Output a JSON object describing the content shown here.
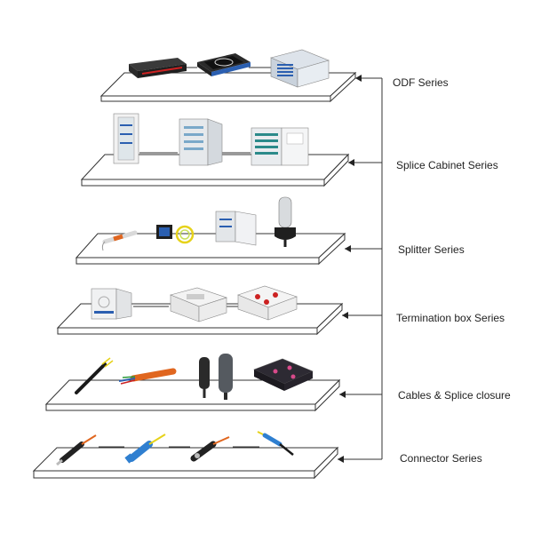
{
  "colors": {
    "line": "#333333",
    "label": "#222222",
    "rack_dark": "#2a2a2a",
    "patch_red": "#cc2222",
    "panel_blue": "#2b5fb0",
    "cabinet_grey": "#d9dcdf",
    "fiber_yellow": "#e6d21a",
    "cable_orange": "#e0661f",
    "connector_blue": "#2f7fd0"
  },
  "diagram": {
    "shelves": [
      {
        "id": "odf",
        "label": "ODF Series",
        "items": [
          "rack-patch-panel-icon",
          "sliding-drawer-panel-icon",
          "wall-mount-odf-icon"
        ]
      },
      {
        "id": "splice-cabinet",
        "label": "Splice Cabinet Series",
        "items": [
          "tall-cabinet-icon",
          "cabinet-open-icon",
          "wide-cabinet-icon"
        ]
      },
      {
        "id": "splitter",
        "label": "Splitter Series",
        "items": [
          "tube-splitter-icon",
          "plc-splitter-box-icon",
          "splitter-cabinet-icon",
          "dome-closure-icon"
        ]
      },
      {
        "id": "termination",
        "label": "Termination box Series",
        "items": [
          "wall-termination-box-icon",
          "open-termination-box-icon",
          "termination-box-red-icon"
        ]
      },
      {
        "id": "cables",
        "label": "Cables & Splice closure",
        "items": [
          "drop-cable-icon",
          "orange-cable-icon",
          "dome-splice-closure-icon",
          "horizontal-splice-closure-icon"
        ]
      },
      {
        "id": "connector",
        "label": "Connector Series",
        "items": [
          "st-connector-icon",
          "sc-connector-icon",
          "fc-connector-icon",
          "lc-connector-icon"
        ]
      }
    ]
  }
}
